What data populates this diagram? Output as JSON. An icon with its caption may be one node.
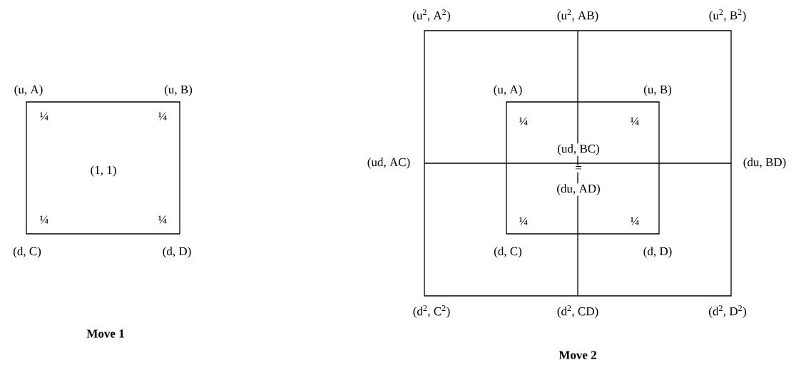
{
  "diagram": {
    "nodes": [
      {
        "text": [
          "¼",
          "¼",
          "¼",
          "¼",
          "(1, 1)"
        ],
        "beside": [
          "(u, A)",
          "(u, B)",
          "(d, C)",
          "(d, D)"
        ]
      },
      {
        "text": [],
        "shape": "box",
        "beside": [
          "(u$^{2}$, A$^{2}$)",
          "(u$^{2}$, AB)",
          "(u$^{2}$, B$^{2}$)",
          "(ud, AC)",
          "(du, BD)",
          "(d$^{2}$, C$^{2}$)",
          "(d$^{2}$, CD)",
          "(d$^{2}$, D$^{2}$)"
        ]
      },
      {
        "text": [
          "¼",
          "¼",
          "¼",
          "¼",
          "(ud, BC)",
          "=",
          "(du, AD)"
        ],
        "in": 1,
        "beside": [
          "(u, A)",
          "(u, B)",
          "(d, C)",
          "(d, D)"
        ]
      }
    ],
    "labels": [
      "Move 1",
      "Move 2"
    ]
  }
}
